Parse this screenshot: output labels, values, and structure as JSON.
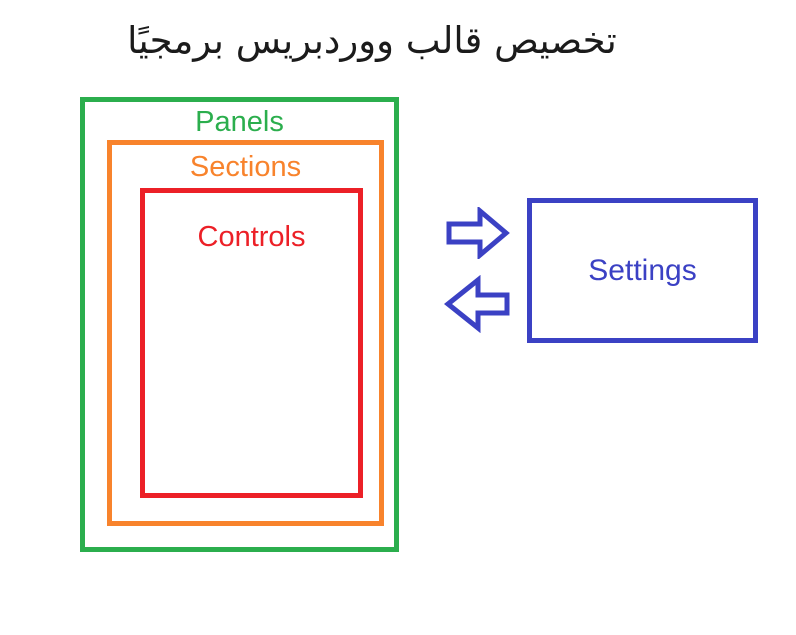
{
  "title": "تخصيص قالب ووردبريس برمجيًا",
  "boxes": {
    "panels": {
      "label": "Panels"
    },
    "sections": {
      "label": "Sections"
    },
    "controls": {
      "label": "Controls"
    },
    "settings": {
      "label": "Settings"
    }
  },
  "icons": {
    "forward": "block-arrow-right-icon",
    "back": "block-arrow-left-icon"
  },
  "colors": {
    "panels": "#2bae4d",
    "sections": "#f8832c",
    "controls": "#ec2027",
    "settings": "#3b41c4",
    "title": "#1b1b1b"
  }
}
